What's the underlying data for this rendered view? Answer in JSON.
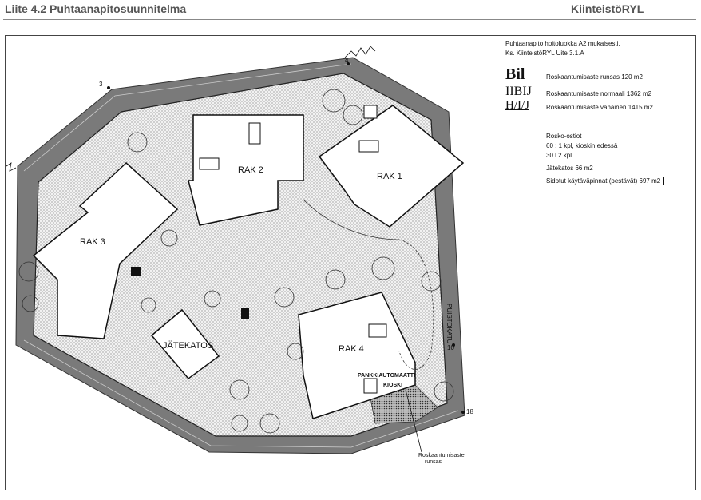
{
  "header": {
    "title": "Liite 4.2 Puhtaanapitosuunnitelma",
    "brand": "KiinteistöRYL"
  },
  "legend": {
    "intro_line1": "Puhtaanapito hoitoluokka A2 mukaisesti.",
    "intro_line2": "Ks. KiinteistöRYL Uite 3.1.A",
    "classes": [
      {
        "code": "Bil",
        "text": "Roskaantumisaste  runsas 120 m2"
      },
      {
        "code": "IIBIJ",
        "text": "Roskaantumisaste  normaali  1362 m2"
      },
      {
        "code": "H/I/J",
        "text": "Roskaantumisaste  vähäinen  1415 m2"
      }
    ],
    "bins_title": "Rosko-ostiot",
    "bins_line1": "60  :  1  kpl, kioskin edessä",
    "bins_line2": "30 l  2  kpl",
    "waste_roof": "Jätekatos  66 m2",
    "paved": "Sidotut  käytäväpinnat  (pestävät) 697 m2"
  },
  "plan": {
    "buildings": [
      "RAK 1",
      "RAK 2",
      "RAK 3",
      "RAK 4"
    ],
    "waste_shelter": "JÄTEKATOS",
    "atm": "PANKKIAUTOMAATTI",
    "kiosk": "KIOSKI",
    "street": "PUISTOKATU",
    "corner_numbers": [
      "3",
      "4",
      "10",
      "18"
    ],
    "callout_line1": "Roskaantumisaste",
    "callout_line2": "runsas"
  },
  "colors": {
    "street_fill": "#7a7a7a",
    "building_fill": "#ffffff",
    "dotted_area": "#e6e6e6",
    "outline": "#111111"
  }
}
